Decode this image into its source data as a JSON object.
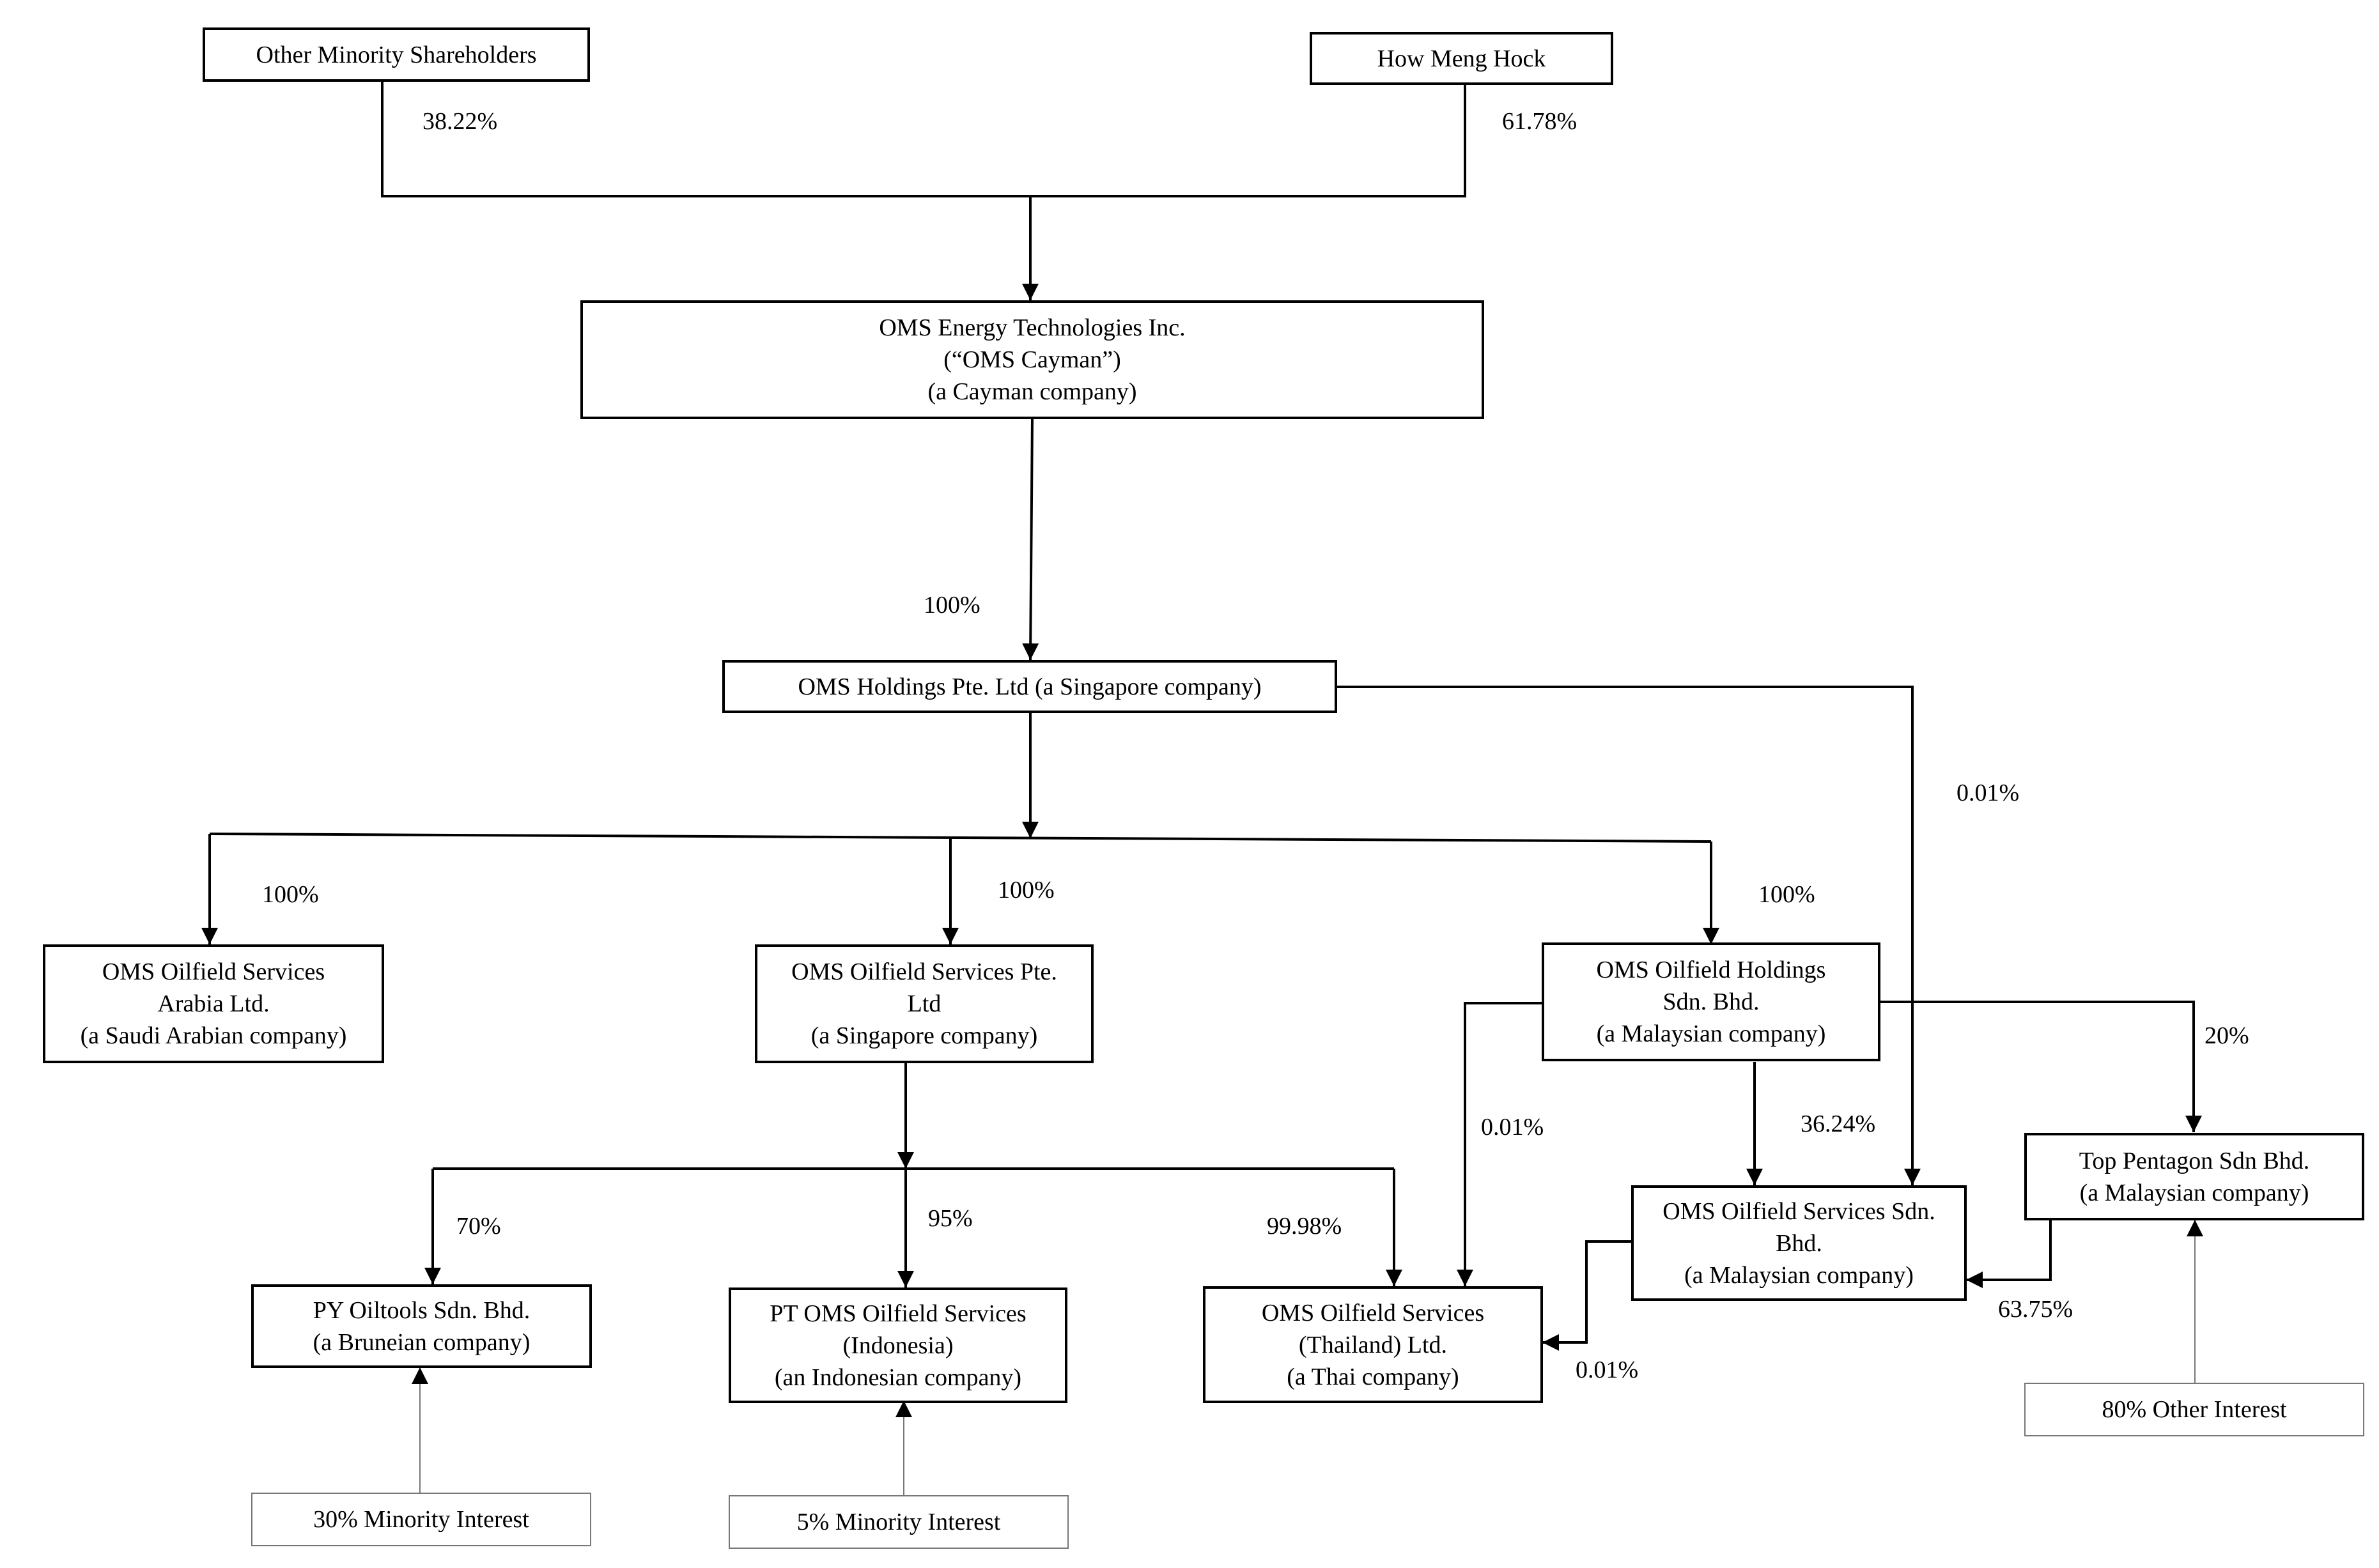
{
  "entities": {
    "other_minority_shareholders": {
      "lines": [
        "Other Minority Shareholders"
      ]
    },
    "how_meng_hock": {
      "lines": [
        "How Meng Hock"
      ]
    },
    "oms_cayman": {
      "lines": [
        "OMS Energy Technologies Inc.",
        "(“OMS Cayman”)",
        "(a Cayman company)"
      ]
    },
    "oms_holdings_sg": {
      "lines": [
        "OMS Holdings Pte. Ltd (a Singapore company)"
      ]
    },
    "oms_arabia": {
      "lines": [
        "OMS Oilfield Services",
        "Arabia Ltd.",
        "(a Saudi Arabian company)"
      ]
    },
    "oms_services_sg": {
      "lines": [
        "OMS Oilfield Services Pte.",
        "Ltd",
        "(a Singapore company)"
      ]
    },
    "oms_oilfield_holdings_my": {
      "lines": [
        "OMS Oilfield Holdings",
        "Sdn. Bhd.",
        "(a Malaysian company)"
      ]
    },
    "top_pentagon": {
      "lines": [
        "Top Pentagon Sdn Bhd.",
        "(a Malaysian company)"
      ]
    },
    "oms_services_my": {
      "lines": [
        "OMS Oilfield Services Sdn.",
        "Bhd.",
        "(a Malaysian company)"
      ]
    },
    "py_oiltools": {
      "lines": [
        "PY Oiltools Sdn. Bhd.",
        "(a Bruneian company)"
      ]
    },
    "pt_oms_indonesia": {
      "lines": [
        "PT OMS Oilfield Services",
        "(Indonesia)",
        "(an Indonesian company)"
      ]
    },
    "oms_thailand": {
      "lines": [
        "OMS Oilfield Services",
        "(Thailand) Ltd.",
        "(a Thai company)"
      ]
    },
    "minority_30": {
      "lines": [
        "30% Minority Interest"
      ]
    },
    "minority_5": {
      "lines": [
        "5% Minority Interest"
      ]
    },
    "other_interest_80": {
      "lines": [
        "80% Other Interest"
      ]
    }
  },
  "ownership": {
    "other_minority_to_cayman": "38.22%",
    "how_meng_hock_to_cayman": "61.78%",
    "cayman_to_holdings": "100%",
    "holdings_to_services_my": "0.01%",
    "holdings_to_arabia": "100%",
    "holdings_to_services_sg": "100%",
    "holdings_to_oilfield_holdings_my": "100%",
    "oilfield_holdings_to_top_pentagon": "20%",
    "oilfield_holdings_to_thailand": "0.01%",
    "oilfield_holdings_to_services_my": "36.24%",
    "services_sg_to_py": "70%",
    "services_sg_to_pt": "95%",
    "services_sg_to_thailand": "99.98%",
    "top_pentagon_to_services_my": "63.75%",
    "services_my_to_thailand": "0.01%"
  }
}
